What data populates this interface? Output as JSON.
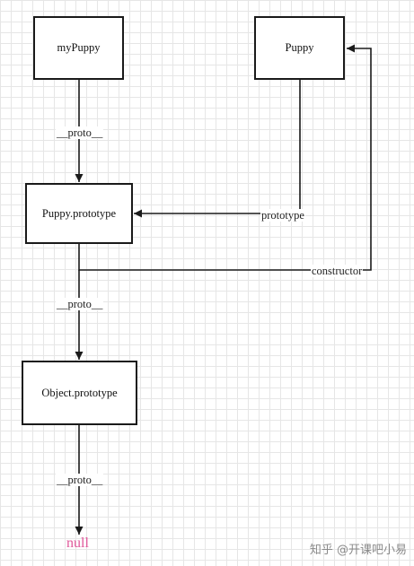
{
  "nodes": {
    "my_puppy": "myPuppy",
    "puppy": "Puppy",
    "puppy_prototype": "Puppy.prototype",
    "object_prototype": "Object.prototype"
  },
  "edges": {
    "proto_1": "__proto__",
    "proto_2": "__proto__",
    "proto_3": "__proto__",
    "prototype": "prototype",
    "constructor": "constructor"
  },
  "terminal": {
    "label": "null",
    "color": "#e0589a"
  },
  "watermark": "知乎 @开课吧小易",
  "colors": {
    "line": "#1a1a1a",
    "box_border": "#1a1a1a"
  }
}
